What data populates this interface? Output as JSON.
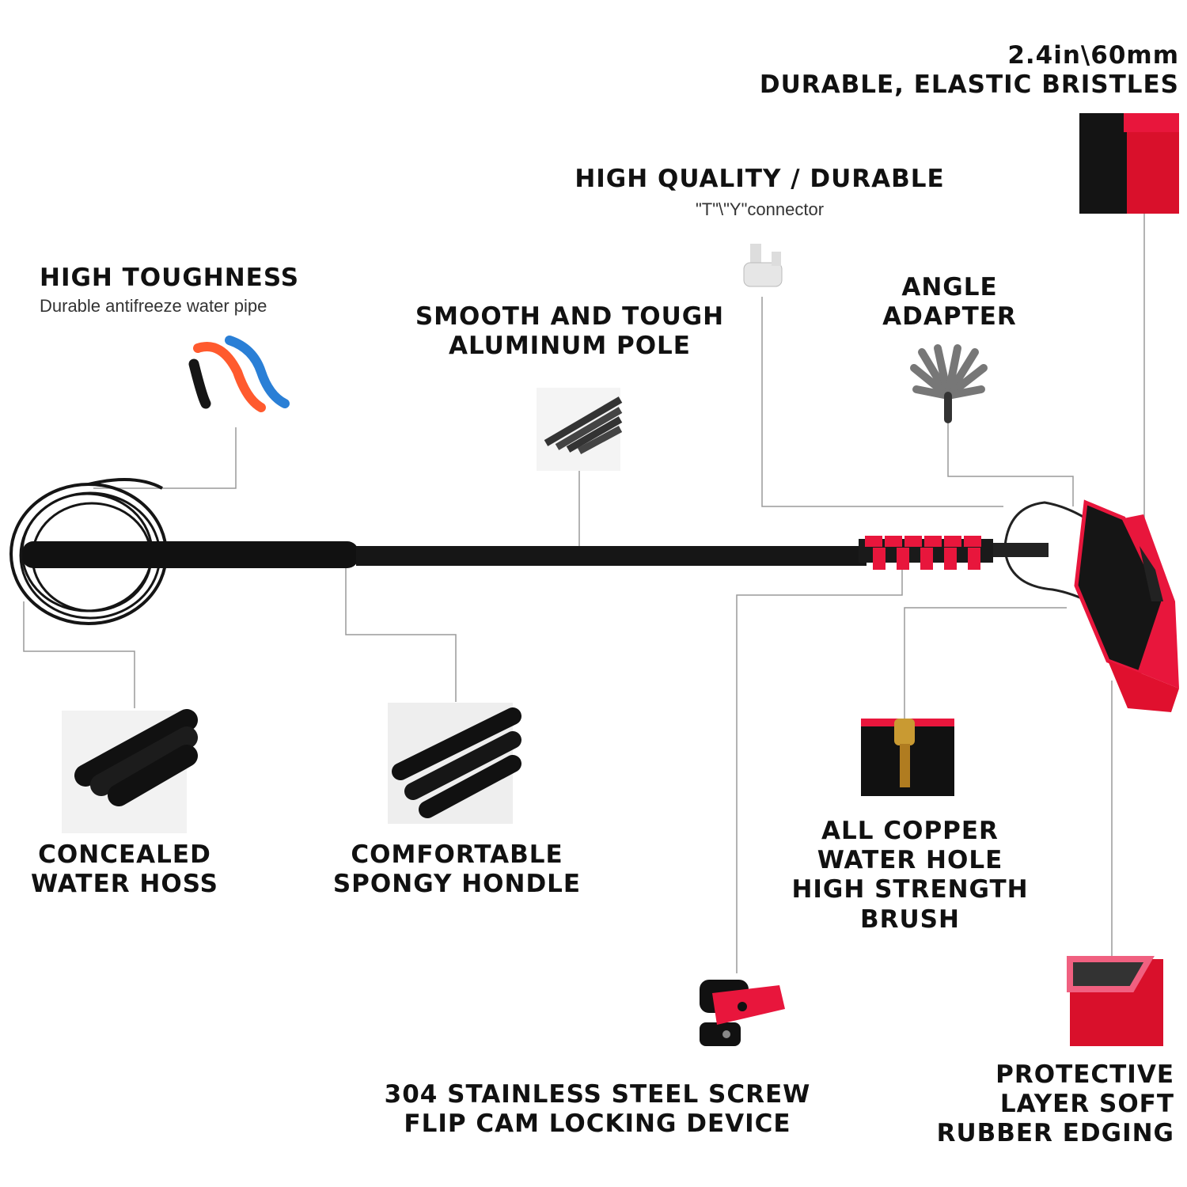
{
  "colors": {
    "accent_red": "#e8163c",
    "pole_black": "#111111",
    "hose_blue": "#2a7fd6",
    "copper": "#c99a32"
  },
  "bristles": {
    "line1": "2.4in\\60mm",
    "line2": "DURABLE, ELASTIC BRISTLES"
  },
  "connector": {
    "title": "HIGH QUALITY / DURABLE",
    "subtitle": "\"T\"\\\"Y\"connector"
  },
  "toughness": {
    "title": "HIGH TOUGHNESS",
    "subtitle": "Durable antifreeze water pipe"
  },
  "pole": {
    "line1": "SMOOTH AND TOUGH",
    "line2": "ALUMINUM POLE"
  },
  "angle": {
    "line1": "ANGLE",
    "line2": "ADAPTER"
  },
  "hose": {
    "line1": "CONCEALED",
    "line2": "WATER HOSS"
  },
  "handle": {
    "line1": "COMFORTABLE",
    "line2": "SPONGY HONDLE"
  },
  "copper": {
    "line1": "ALL COPPER",
    "line2": "WATER HOLE",
    "line3": "HIGH STRENGTH",
    "line4": "BRUSH"
  },
  "lock": {
    "line1": "304 STAINLESS STEEL SCREW",
    "line2": "FLIP CAM LOCKING DEVICE"
  },
  "edging": {
    "line1": "PROTECTIVE",
    "line2": "LAYER SOFT",
    "line3": "RUBBER EDGING"
  }
}
